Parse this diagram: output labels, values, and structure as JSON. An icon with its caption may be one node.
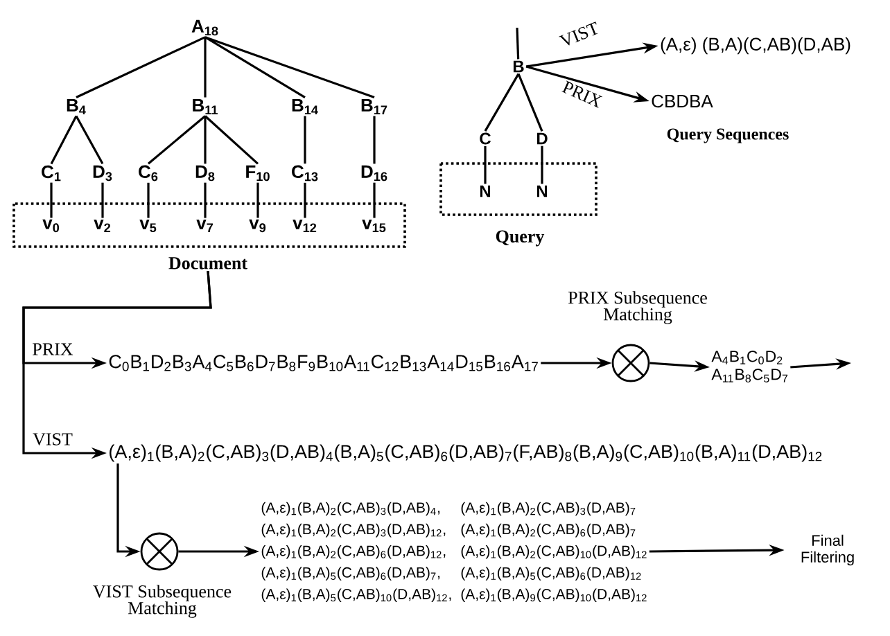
{
  "diagram": {
    "nodes": [
      {
        "text": [
          "A$_{18}$"
        ]
      },
      {
        "text": [
          "B$_{4}$"
        ]
      },
      {
        "text": [
          "B$_{11}$"
        ]
      },
      {
        "text": [
          "B$_{14}$"
        ]
      },
      {
        "text": [
          "B$_{17}$"
        ]
      },
      {
        "text": [
          "C$_{1}$"
        ]
      },
      {
        "text": [
          "D$_{3}$"
        ]
      },
      {
        "text": [
          "C$_{6}$"
        ]
      },
      {
        "text": [
          "D$_{8}$"
        ]
      },
      {
        "text": [
          "F$_{10}$"
        ]
      },
      {
        "text": [
          "C$_{13}$"
        ]
      },
      {
        "text": [
          "D$_{16}$"
        ]
      },
      {
        "text": [
          "Document"
        ]
      },
      {
        "text": [
          "v$_{0}$"
        ],
        "in": 12
      },
      {
        "text": [
          "v$_{2}$"
        ],
        "in": 12
      },
      {
        "text": [
          "v$_{5}$"
        ],
        "in": 12
      },
      {
        "text": [
          "v$_{7}$"
        ],
        "in": 12
      },
      {
        "text": [
          "v$_{9}$"
        ],
        "in": 12
      },
      {
        "text": [
          "v$_{12}$"
        ],
        "in": 12
      },
      {
        "text": [
          "v$_{15}$"
        ],
        "in": 12
      },
      {
        "text": [
          "B"
        ]
      },
      {
        "text": [
          "C"
        ]
      },
      {
        "text": [
          "D"
        ]
      },
      {
        "text": [
          "Query"
        ]
      },
      {
        "text": [
          "N"
        ],
        "in": 23
      },
      {
        "text": [
          "N"
        ],
        "in": 23
      },
      {
        "text": [
          "(A,ε) (B,A)(C,AB)(D,AB)"
        ]
      },
      {
        "text": [
          "CBDBA"
        ]
      },
      {
        "text": [
          "C$_{0}$B$_{1}$D$_{2}$B$_{3}$A$_{4}$C$_{5}$B$_{6}$D$_{7}$B$_{8}$F$_{9}$B$_{10}$A$_{11}$C$_{12}$B$_{13}$A$_{14}$D$_{15}$B$_{16}$A$_{17}$"
        ]
      },
      {
        "text": [],
        "shape": "circle",
        "beside": [
          "PRIX Subsequence Matching"
        ]
      },
      {
        "text": [
          "A$_{4}$B$_{1}$C$_{0}$D$_{2}$",
          "A$_{11}$B$_{8}$C$_{5}$D$_{7}$"
        ]
      },
      {
        "text": [
          "(A,ε)$_{1}$(B,A)$_{2}$(C,AB)$_{3}$(D,AB)$_{4}$(B,A)$_{5}$(C,AB)$_{6}$(D,AB)$_{7}$(F,AB)$_{8}$(B,A)$_{9}$(C,AB)$_{10}$(B,A)$_{11}$(D,AB)$_{12}$"
        ]
      },
      {
        "text": [],
        "shape": "circle",
        "beside": [
          "VIST Subsequence Matching"
        ]
      },
      {
        "text": [
          "(A,ε)$_{1}$(B,A)$_{2}$(C,AB)$_{3}$(D,AB)$_{4}$,",
          "(A,ε)$_{1}$(B,A)$_{2}$(C,AB)$_{3}$(D,AB)$_{7}$",
          "(A,ε)$_{1}$(B,A)$_{2}$(C,AB)$_{3}$(D,AB)$_{12}$,",
          "(A,ε)$_{1}$(B,A)$_{2}$(C,AB)$_{6}$(D,AB)$_{7}$",
          "(A,ε)$_{1}$(B,A)$_{2}$(C,AB)$_{6}$(D,AB)$_{12}$,",
          "(A,ε)$_{1}$(B,A)$_{2}$(C,AB)$_{10}$(D,AB)$_{12}$",
          "(A,ε)$_{1}$(B,A)$_{5}$(C,AB)$_{6}$(D,AB)$_{7}$,",
          "(A,ε)$_{1}$(B,A)$_{5}$(C,AB)$_{6}$(D,AB)$_{12}$",
          "(A,ε)$_{1}$(B,A)$_{5}$(C,AB)$_{10}$(D,AB)$_{12}$,",
          "(A,ε)$_{1}$(B,A)$_{9}$(C,AB)$_{10}$(D,AB)$_{12}$"
        ]
      },
      {
        "text": [
          "Final Filtering"
        ]
      }
    ],
    "edges": [
      {
        "from": 0,
        "to": 1,
        "arrow": "none"
      },
      {
        "from": 0,
        "to": 2,
        "arrow": "none"
      },
      {
        "from": 0,
        "to": 3,
        "arrow": "none"
      },
      {
        "from": 0,
        "to": 4,
        "arrow": "none"
      },
      {
        "from": 1,
        "to": 5,
        "arrow": "none"
      },
      {
        "from": 1,
        "to": 6,
        "arrow": "none"
      },
      {
        "from": 2,
        "to": 7,
        "arrow": "none"
      },
      {
        "from": 2,
        "to": 8,
        "arrow": "none"
      },
      {
        "from": 2,
        "to": 9,
        "arrow": "none"
      },
      {
        "from": 3,
        "to": 10,
        "arrow": "none"
      },
      {
        "from": 4,
        "to": 11,
        "arrow": "none"
      },
      {
        "from": 5,
        "to": 13,
        "arrow": "none"
      },
      {
        "from": 6,
        "to": 14,
        "arrow": "none"
      },
      {
        "from": 7,
        "to": 15,
        "arrow": "none"
      },
      {
        "from": 8,
        "to": 16,
        "arrow": "none"
      },
      {
        "from": 9,
        "to": 17,
        "arrow": "none"
      },
      {
        "from": 10,
        "to": 18,
        "arrow": "none"
      },
      {
        "from": 11,
        "to": 19,
        "arrow": "none"
      },
      {
        "from": null,
        "to": 20,
        "arrow": "none"
      },
      {
        "from": 20,
        "to": 21,
        "arrow": "none"
      },
      {
        "from": 20,
        "to": 22,
        "arrow": "none"
      },
      {
        "from": 21,
        "to": 24,
        "arrow": "none"
      },
      {
        "from": 22,
        "to": 25,
        "arrow": "none"
      },
      {
        "from": 20,
        "to": 26,
        "arrow": "to",
        "label": "VIST"
      },
      {
        "from": 20,
        "to": 27,
        "arrow": "to",
        "label": "PRIX"
      },
      {
        "from": 12,
        "to": 28,
        "arrow": "to",
        "label": "PRIX"
      },
      {
        "from": 12,
        "to": 31,
        "arrow": "to",
        "label": "VIST"
      },
      {
        "from": 28,
        "to": 29,
        "arrow": "to"
      },
      {
        "from": 29,
        "to": 30,
        "arrow": "to"
      },
      {
        "from": 30,
        "to": null,
        "arrow": "to"
      },
      {
        "from": 31,
        "to": 32,
        "arrow": "to"
      },
      {
        "from": 32,
        "to": 33,
        "arrow": "to"
      },
      {
        "from": 33,
        "to": 34,
        "arrow": "to"
      }
    ],
    "labels": [
      "Query Sequences"
    ]
  }
}
